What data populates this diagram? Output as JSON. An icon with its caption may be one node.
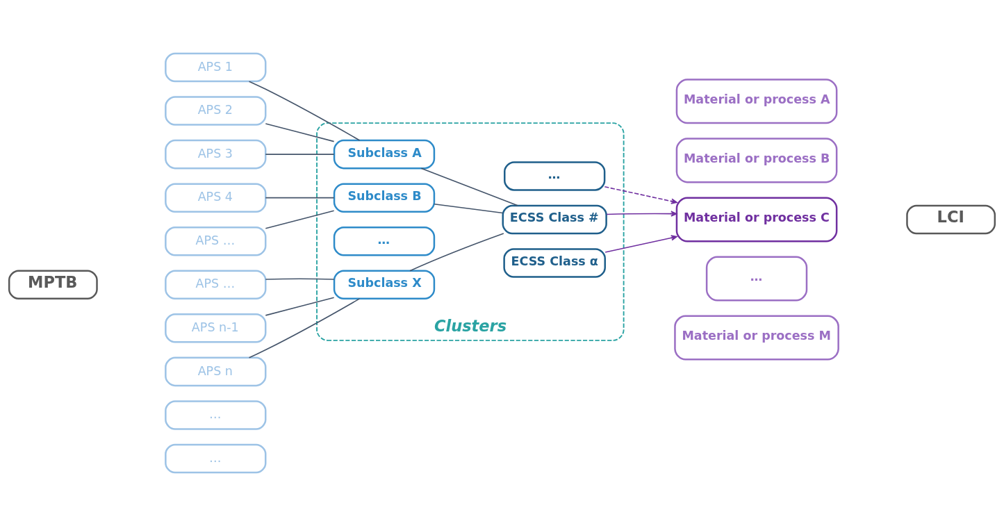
{
  "diagram": {
    "nodes": [
      {
        "text": [
          "MPTB"
        ]
      },
      {
        "text": [
          "APS 1"
        ]
      },
      {
        "text": [
          "APS 2"
        ]
      },
      {
        "text": [
          "APS 3"
        ]
      },
      {
        "text": [
          "APS 4"
        ]
      },
      {
        "text": [
          "APS …"
        ]
      },
      {
        "text": [
          "APS …"
        ]
      },
      {
        "text": [
          "APS n-1"
        ]
      },
      {
        "text": [
          "APS n"
        ]
      },
      {
        "text": [
          "…"
        ]
      },
      {
        "text": [
          "…"
        ]
      },
      {
        "text": [
          "Clusters"
        ]
      },
      {
        "text": [
          "ECSS Class α"
        ],
        "in": 11
      },
      {
        "text": [
          "Subclass A"
        ],
        "in": 11
      },
      {
        "text": [
          "Subclass B"
        ],
        "in": 11
      },
      {
        "text": [
          "ECSS Class #"
        ],
        "in": 11
      },
      {
        "text": [
          "Subclass X"
        ],
        "in": 11
      },
      {
        "text": [
          "…"
        ],
        "in": 11
      },
      {
        "text": [
          "…"
        ],
        "in": 11
      },
      {
        "text": [
          "Material or process A"
        ]
      },
      {
        "text": [
          "Material or process B"
        ]
      },
      {
        "text": [
          "Material or process C"
        ]
      },
      {
        "text": [
          "…"
        ]
      },
      {
        "text": [
          "Material or process M"
        ]
      },
      {
        "text": [
          "LCI"
        ]
      }
    ],
    "edges": [
      {
        "from": 1,
        "to": 13,
        "arrow": "none"
      },
      {
        "from": 2,
        "to": 13,
        "arrow": "none"
      },
      {
        "from": 3,
        "to": 13,
        "arrow": "none"
      },
      {
        "from": 4,
        "to": 14,
        "arrow": "none"
      },
      {
        "from": 5,
        "to": 14,
        "arrow": "none"
      },
      {
        "from": 6,
        "to": 16,
        "arrow": "none"
      },
      {
        "from": 7,
        "to": 16,
        "arrow": "none"
      },
      {
        "from": 8,
        "to": 16,
        "arrow": "none"
      },
      {
        "from": 13,
        "to": 15,
        "arrow": "none"
      },
      {
        "from": 14,
        "to": 15,
        "arrow": "none"
      },
      {
        "from": 16,
        "to": 15,
        "arrow": "none"
      },
      {
        "from": 12,
        "to": 21,
        "arrow": "to",
        "color": "#7030a0"
      },
      {
        "from": 15,
        "to": 21,
        "arrow": "to",
        "color": "#7030a0"
      },
      {
        "from": 17,
        "to": 21,
        "arrow": "to",
        "style": "dashed",
        "color": "#7030a0"
      }
    ]
  }
}
